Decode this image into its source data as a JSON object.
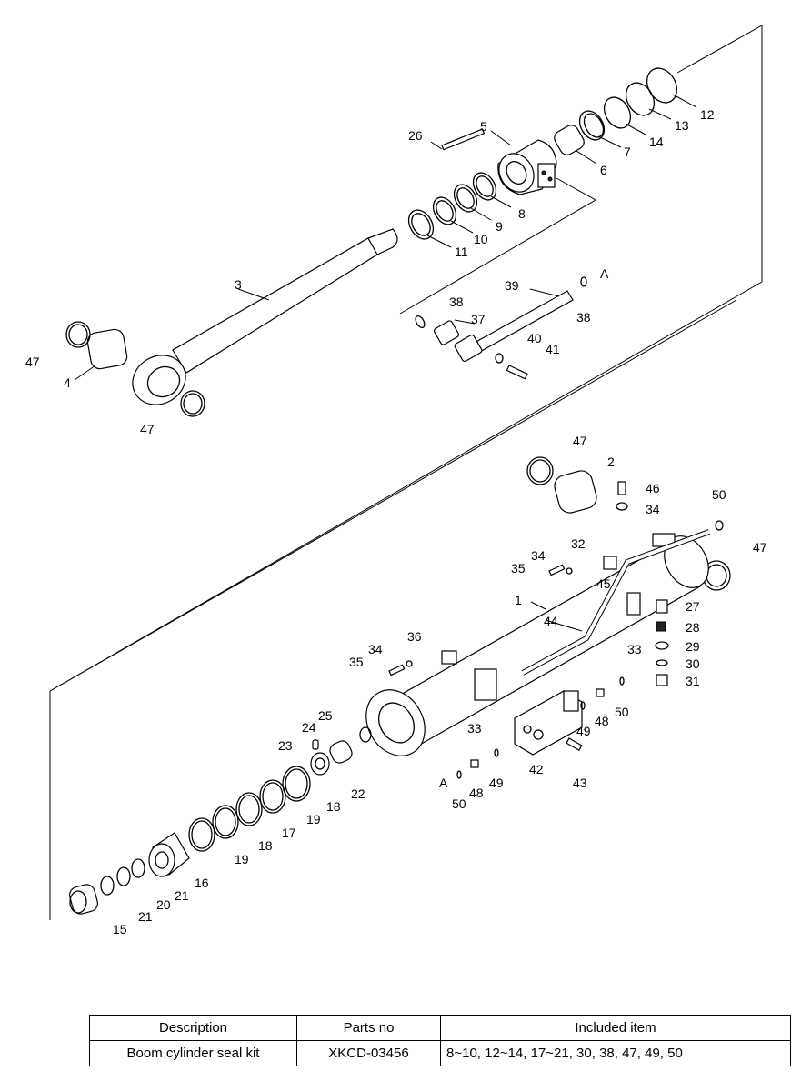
{
  "diagram": {
    "labels": [
      {
        "id": "l12",
        "text": "12"
      },
      {
        "id": "l13",
        "text": "13"
      },
      {
        "id": "l14",
        "text": "14"
      },
      {
        "id": "l7",
        "text": "7"
      },
      {
        "id": "l6",
        "text": "6"
      },
      {
        "id": "l5",
        "text": "5"
      },
      {
        "id": "l26",
        "text": "26"
      },
      {
        "id": "l8",
        "text": "8"
      },
      {
        "id": "l9",
        "text": "9"
      },
      {
        "id": "l10",
        "text": "10"
      },
      {
        "id": "l11",
        "text": "11"
      },
      {
        "id": "l3",
        "text": "3"
      },
      {
        "id": "l39",
        "text": "39"
      },
      {
        "id": "lA1",
        "text": "A"
      },
      {
        "id": "l38a",
        "text": "38"
      },
      {
        "id": "l38b",
        "text": "38"
      },
      {
        "id": "l37",
        "text": "37"
      },
      {
        "id": "l40",
        "text": "40"
      },
      {
        "id": "l41",
        "text": "41"
      },
      {
        "id": "l47a",
        "text": "47"
      },
      {
        "id": "l4",
        "text": "4"
      },
      {
        "id": "l47b",
        "text": "47"
      },
      {
        "id": "l47c",
        "text": "47"
      },
      {
        "id": "l2",
        "text": "2"
      },
      {
        "id": "l46",
        "text": "46"
      },
      {
        "id": "l34a",
        "text": "34"
      },
      {
        "id": "l50a",
        "text": "50"
      },
      {
        "id": "l47d",
        "text": "47"
      },
      {
        "id": "l32",
        "text": "32"
      },
      {
        "id": "l34b",
        "text": "34"
      },
      {
        "id": "l35a",
        "text": "35"
      },
      {
        "id": "l45",
        "text": "45"
      },
      {
        "id": "l1",
        "text": "1"
      },
      {
        "id": "l27",
        "text": "27"
      },
      {
        "id": "l44",
        "text": "44"
      },
      {
        "id": "l28",
        "text": "28"
      },
      {
        "id": "l33a",
        "text": "33"
      },
      {
        "id": "l29",
        "text": "29"
      },
      {
        "id": "l30",
        "text": "30"
      },
      {
        "id": "l36",
        "text": "36"
      },
      {
        "id": "l34c",
        "text": "34"
      },
      {
        "id": "l35b",
        "text": "35"
      },
      {
        "id": "l31",
        "text": "31"
      },
      {
        "id": "l50b",
        "text": "50"
      },
      {
        "id": "l25",
        "text": "25"
      },
      {
        "id": "l48a",
        "text": "48"
      },
      {
        "id": "l24",
        "text": "24"
      },
      {
        "id": "l49a",
        "text": "49"
      },
      {
        "id": "l33b",
        "text": "33"
      },
      {
        "id": "l23",
        "text": "23"
      },
      {
        "id": "l42",
        "text": "42"
      },
      {
        "id": "l43",
        "text": "43"
      },
      {
        "id": "l22",
        "text": "22"
      },
      {
        "id": "lA2",
        "text": "A"
      },
      {
        "id": "l49b",
        "text": "49"
      },
      {
        "id": "l48b",
        "text": "48"
      },
      {
        "id": "l50c",
        "text": "50"
      },
      {
        "id": "l18a",
        "text": "18"
      },
      {
        "id": "l19a",
        "text": "19"
      },
      {
        "id": "l17",
        "text": "17"
      },
      {
        "id": "l18b",
        "text": "18"
      },
      {
        "id": "l19b",
        "text": "19"
      },
      {
        "id": "l16",
        "text": "16"
      },
      {
        "id": "l21a",
        "text": "21"
      },
      {
        "id": "l20",
        "text": "20"
      },
      {
        "id": "l21b",
        "text": "21"
      },
      {
        "id": "l15",
        "text": "15"
      }
    ]
  },
  "table": {
    "headers": [
      "Description",
      "Parts no",
      "Included item"
    ],
    "row": [
      "Boom cylinder seal kit",
      "XKCD-03456",
      "8~10, 12~14, 17~21, 30, 38, 47, 49, 50"
    ]
  }
}
